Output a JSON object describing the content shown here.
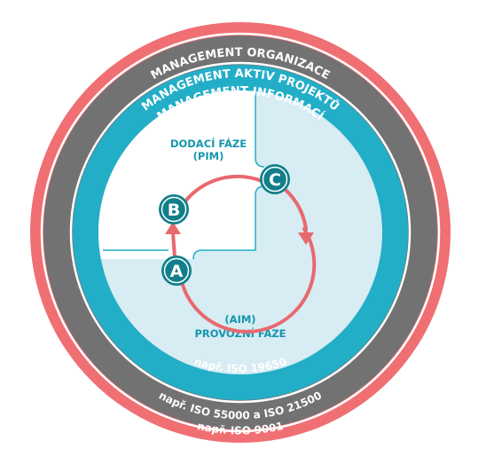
{
  "colors": {
    "outer_ring": "#ef6f73",
    "middle_ring": "#737273",
    "inner_ring": "#23aec8",
    "inner_fill": "#d7ecf3",
    "delivery_fill": "#ffffff",
    "arrow": "#e8696e",
    "badge": "#117f8b",
    "label_teal": "#1596ad",
    "ring_text": "#ffffff",
    "separator": "#ffffff"
  },
  "rings": {
    "outer": {
      "title": "MANAGEMENT ORGANIZACE",
      "standard": "např. ISO 9001"
    },
    "middle": {
      "title": "MANAGEMENT AKTIV PROJEKTŮ",
      "standard": "např. ISO 55000 a ISO 21500"
    },
    "inner": {
      "title": "MANAGEMENT INFORMACÍ",
      "standard": "např. ISO 19650"
    }
  },
  "phases": {
    "delivery_line1": "DODACÍ FÁZE",
    "delivery_line2": "(PIM)",
    "operational_line1": "(AIM)",
    "operational_line2": "PROVOZNÍ FÁZE"
  },
  "badges": {
    "a": "A",
    "b": "B",
    "c": "C"
  },
  "icons": {
    "cycle_arrow": "cycle-arrow-icon",
    "arrow_head": "arrowhead-icon"
  }
}
